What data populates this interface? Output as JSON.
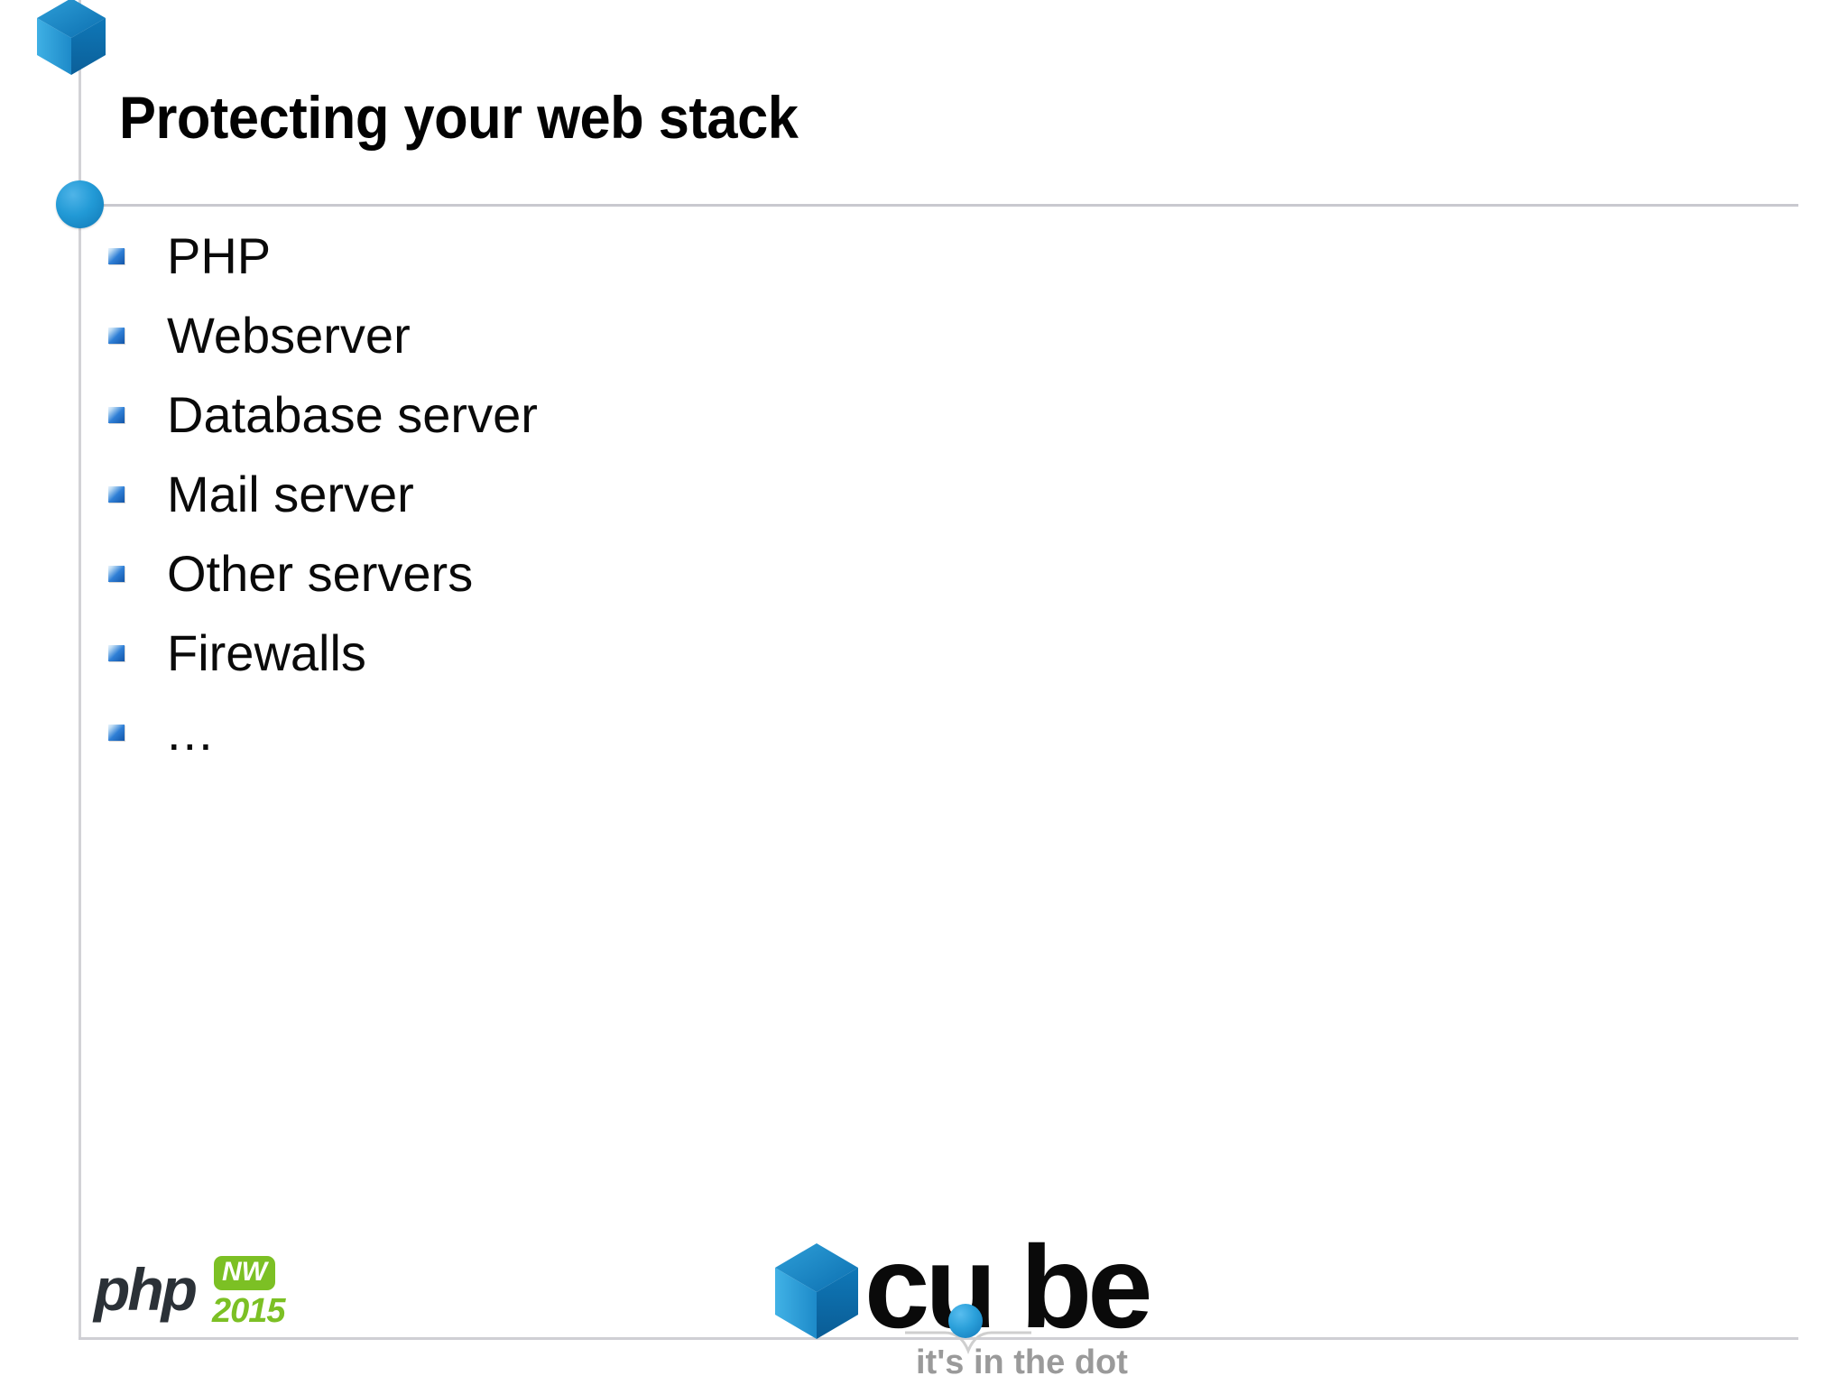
{
  "slide": {
    "title": "Protecting your web stack",
    "background_color": "#ffffff",
    "rule_color": "#c9c9cf",
    "accent_color": "#1f8fd0"
  },
  "bullets": [
    {
      "text": "PHP"
    },
    {
      "text": "Webserver"
    },
    {
      "text": "Database server"
    },
    {
      "text": "Mail server"
    },
    {
      "text": "Other servers"
    },
    {
      "text": "Firewalls"
    },
    {
      "text": "..."
    }
  ],
  "footer": {
    "phpnw_logo": {
      "wordmark": "php",
      "badge": "NW",
      "year": "2015",
      "badge_color": "#7cc024",
      "wordmark_color": "#2b3137"
    },
    "cube_logo": {
      "wordmark": "cu be",
      "wordmark_left": "cu",
      "wordmark_right": "be",
      "tagline": "it's in the dot",
      "tagline_color": "#9a9a9a",
      "cube_color": "#1f8fd0",
      "dot_color": "#2ba0da"
    }
  },
  "icons": {
    "decor_cube": "cube-icon",
    "rule_dot": "dot-icon",
    "bullet": "square-bullet-icon"
  }
}
